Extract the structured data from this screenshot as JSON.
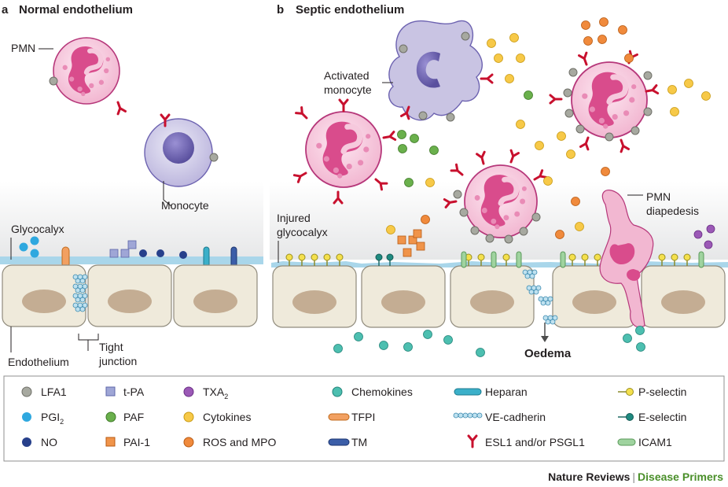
{
  "panels": {
    "a": {
      "letter": "a",
      "title": "Normal endothelium"
    },
    "b": {
      "letter": "b",
      "title": "Septic endothelium"
    }
  },
  "labels": {
    "pmn": "PMN",
    "monocyte": "Monocyte",
    "glycocalyx": "Glycocalyx",
    "endothelium": "Endothelium",
    "tight_junction_1": "Tight",
    "tight_junction_2": "junction",
    "activated_monocyte_1": "Activated",
    "activated_monocyte_2": "monocyte",
    "injured_glycocalyx_1": "Injured",
    "injured_glycocalyx_2": "glycocalyx",
    "pmn_diapedesis_1": "PMN",
    "pmn_diapedesis_2": "diapedesis",
    "oedema": "Oedema"
  },
  "legend": {
    "items": [
      {
        "id": "lfa1",
        "label": "LFA1",
        "icon": "grey-circle",
        "color": "#a7a9a0"
      },
      {
        "id": "pgi2",
        "label": "PGI",
        "sub": "2",
        "icon": "light-blue-circle",
        "color": "#2fa8df"
      },
      {
        "id": "no",
        "label": "NO",
        "icon": "dark-blue-circle",
        "color": "#27408b"
      },
      {
        "id": "tpa",
        "label": "t-PA",
        "icon": "lavender-square",
        "color": "#9fa6d6"
      },
      {
        "id": "paf",
        "label": "PAF",
        "icon": "green-circle",
        "color": "#6ab04c"
      },
      {
        "id": "pai1",
        "label": "PAI-1",
        "icon": "orange-square",
        "color": "#f0944a"
      },
      {
        "id": "txa2",
        "label": "TXA",
        "sub": "2",
        "icon": "purple-circle",
        "color": "#9b59b6"
      },
      {
        "id": "cytokines",
        "label": "Cytokines",
        "icon": "yellow-circle",
        "color": "#f7c948"
      },
      {
        "id": "ros_mpo",
        "label": "ROS and MPO",
        "icon": "orange-circle",
        "color": "#f08a3c"
      },
      {
        "id": "chemokines",
        "label": "Chemokines",
        "icon": "teal-circle",
        "color": "#4dbfb0"
      },
      {
        "id": "tfpi",
        "label": "TFPI",
        "icon": "orange-bar",
        "color": "#f2a061"
      },
      {
        "id": "tm",
        "label": "TM",
        "icon": "navy-bar",
        "color": "#3b5ea8"
      },
      {
        "id": "heparan",
        "label": "Heparan",
        "icon": "cyan-bar",
        "color": "#3bb0c9"
      },
      {
        "id": "ve_cadherin",
        "label": "VE-cadherin",
        "icon": "bead-chain",
        "color": "#a9d4e6"
      },
      {
        "id": "esl1_psgl1",
        "label": "ESL1 and/or PSGL1",
        "icon": "red-y-receptor",
        "color": "#c8102e"
      },
      {
        "id": "p_selectin",
        "label": "P-selectin",
        "icon": "yellow-lollipop",
        "color": "#f4e04d"
      },
      {
        "id": "e_selectin",
        "label": "E-selectin",
        "icon": "teal-lollipop",
        "color": "#1f8a80"
      },
      {
        "id": "icam1",
        "label": "ICAM1",
        "icon": "green-bar",
        "color": "#9fd39f"
      }
    ]
  },
  "credit": {
    "journal": "Nature Reviews",
    "separator": "|",
    "series": "Disease Primers"
  },
  "colors": {
    "cell_fill": "#efeadb",
    "cell_stroke": "#8f8a7c",
    "nucleus": "#c4ad93",
    "glycocalyx": "#a9d6ea",
    "pmn_outer": "#f6c9dd",
    "pmn_nucleus": "#d94c8c",
    "monocyte_outer": "#c9c4e3",
    "monocyte_nucleus": "#6c62b0",
    "series_green": "#4a8f2a"
  }
}
